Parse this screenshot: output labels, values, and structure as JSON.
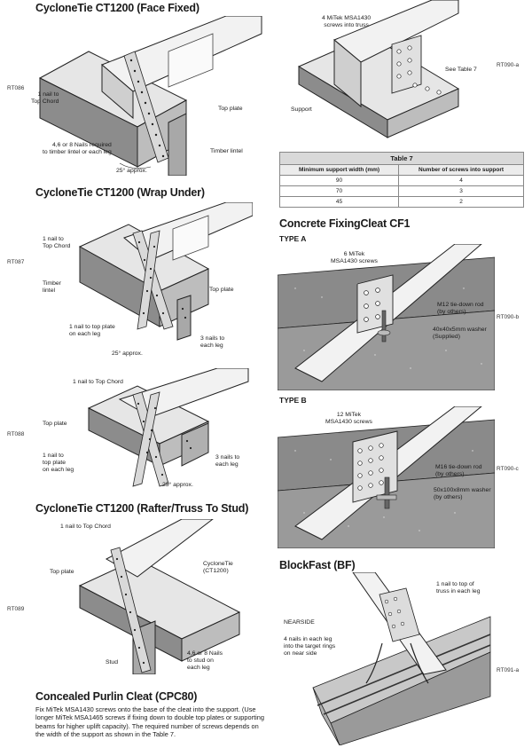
{
  "sections": {
    "face_fixed": {
      "title": "CycloneTie CT1200 (Face Fixed)",
      "ref": "RT086",
      "labels": {
        "nail_top_chord": "1 nail to\nTop Chord",
        "top_plate": "Top plate",
        "nails_required": "4,6 or 8 Nails required\nto timber lintel or each leg",
        "timber_lintel": "Timber lintel",
        "angle": "25° approx."
      }
    },
    "wrap_under": {
      "title": "CycloneTie CT1200 (Wrap Under)",
      "ref": "RT087",
      "labels": {
        "nail_top_chord": "1 nail to\nTop Chord",
        "timber_lintel": "Timber\nlintel",
        "top_plate": "Top plate",
        "nail_top_plate_leg": "1 nail to top plate\non each leg",
        "nails_each_leg": "3 nails to\neach leg",
        "angle": "25° approx."
      }
    },
    "wrap_under_b": {
      "ref": "RT088",
      "labels": {
        "nail_top_chord": "1 nail to Top Chord",
        "top_plate": "Top plate",
        "nail_top_plate_leg": "1 nail to\ntop plate\non each leg",
        "nails_each_leg": "3 nails to\neach leg",
        "angle": "25° approx."
      }
    },
    "rafter_stud": {
      "title": "CycloneTie CT1200 (Rafter/Truss To Stud)",
      "ref": "RT089",
      "labels": {
        "nail_top_chord": "1 nail to Top Chord",
        "top_plate": "Top plate",
        "cyclonetie": "CycloneTie\n(CT1200)",
        "stud": "Stud",
        "nails_stud": "4,6 or 8 Nails\nto stud on\neach leg"
      }
    },
    "purlin": {
      "title": "Concealed Purlin Cleat (CPC80)",
      "paragraph": "Fix MiTek MSA1430 screws onto the base of the cleat into the support. (Use longer MiTek MSA1465 screws if fixing down to double top plates or supporting beams for higher uplift capacity). The required number of screws depends on the width of the support as shown in the Table 7."
    },
    "cleat_fig": {
      "ref": "RT090-a",
      "labels": {
        "screws": "4 MiTek MSA1430\nscrews into truss",
        "see_table": "See Table 7",
        "support": "Support"
      }
    },
    "table7": {
      "title": "Table 7",
      "headers": [
        "Minimum support width (mm)",
        "Number of screws into support"
      ],
      "rows": [
        [
          "90",
          "4"
        ],
        [
          "70",
          "3"
        ],
        [
          "45",
          "2"
        ]
      ]
    },
    "concrete": {
      "title": "Concrete FixingCleat CF1",
      "type_a": {
        "heading": "TYPE A",
        "ref": "RT090-b",
        "labels": {
          "screws": "6 MiTek\nMSA1430 screws",
          "rod": "M12 tie-down rod\n(by others)",
          "washer": "40x40x5mm washer\n(Supplied)"
        }
      },
      "type_b": {
        "heading": "TYPE B",
        "ref": "RT090-c",
        "labels": {
          "screws": "12 MiTek\nMSA1430 screws",
          "rod": "M16 tie-down rod\n(by others)",
          "washer": "50x100x8mm washer\n(by others)"
        }
      }
    },
    "blockfast": {
      "title": "BlockFast (BF)",
      "ref": "RT091-a",
      "labels": {
        "nail_top": "1 nail to top of\ntruss in each leg",
        "nearside": "NEARSIDE",
        "nails_leg": "4 nails in each leg\ninto the target rings\non near side"
      }
    }
  }
}
